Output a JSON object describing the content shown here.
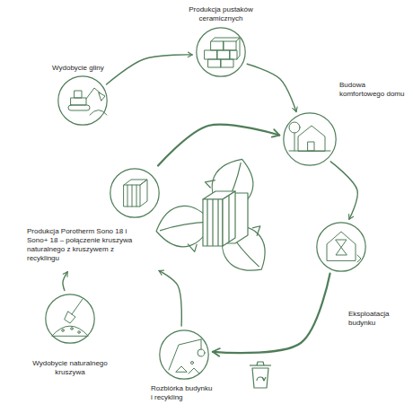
{
  "diagram": {
    "nodes": [
      {
        "text": [
          "Wydobycie gliny"
        ]
      },
      {
        "text": [
          "Produkcja pustaków ceramicznych"
        ]
      },
      {
        "text": [
          "Budowa komfortowego domu"
        ]
      },
      {
        "text": [
          "Eksploatacja budynku"
        ]
      },
      {
        "text": [
          "Rozbiórka budynku i recykling"
        ]
      },
      {
        "text": [
          "Wydobycie naturalnego kruszywa"
        ]
      },
      {
        "text": [
          "Produkcja Porotherm Sono 18 i Sono+ 18 – połączenie kruszywa naturalnego z kruszywem z recyklingu"
        ]
      }
    ],
    "edges": [
      {
        "from": 0,
        "to": 1,
        "arrow": "to"
      },
      {
        "from": 1,
        "to": 2,
        "arrow": "to"
      },
      {
        "from": 2,
        "to": 3,
        "arrow": "to"
      },
      {
        "from": 3,
        "to": 4,
        "arrow": "to"
      },
      {
        "from": 4,
        "to": 6,
        "arrow": "to"
      },
      {
        "from": 5,
        "to": 6,
        "arrow": "to"
      },
      {
        "from": 6,
        "to": 2,
        "arrow": "to"
      }
    ]
  }
}
